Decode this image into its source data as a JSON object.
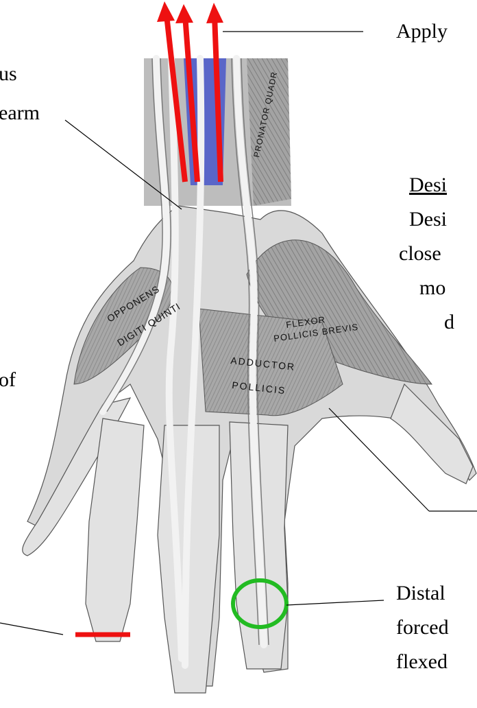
{
  "labels": {
    "top_right": "Apply",
    "left_1": "us",
    "left_2": "earm",
    "left_3": "of",
    "desi_heading": "Desi",
    "desi_1": "Desi",
    "desi_2": "close",
    "desi_3": "mo",
    "desi_4": "d",
    "distal_1": "Distal",
    "distal_2": "forced",
    "distal_3": "flexed"
  },
  "muscle_labels": {
    "pronator": "PRONATOR QUADR",
    "opponens_1": "OPPONENS",
    "opponens_2": "DIGITI QUINTI",
    "flexor_1": "FLEXOR",
    "flexor_2": "POLLICIS BREVIS",
    "adductor_1": "ADDUCTOR",
    "adductor_2": "POLLICIS"
  },
  "colors": {
    "arrow": "#ee1111",
    "marker_line": "#ee1111",
    "marker_circle": "#22bb22",
    "tendon_blue": "#4455cc",
    "muscle": "#9a9a9a",
    "tendon": "#ececec",
    "skin": "#d8d8d8"
  }
}
